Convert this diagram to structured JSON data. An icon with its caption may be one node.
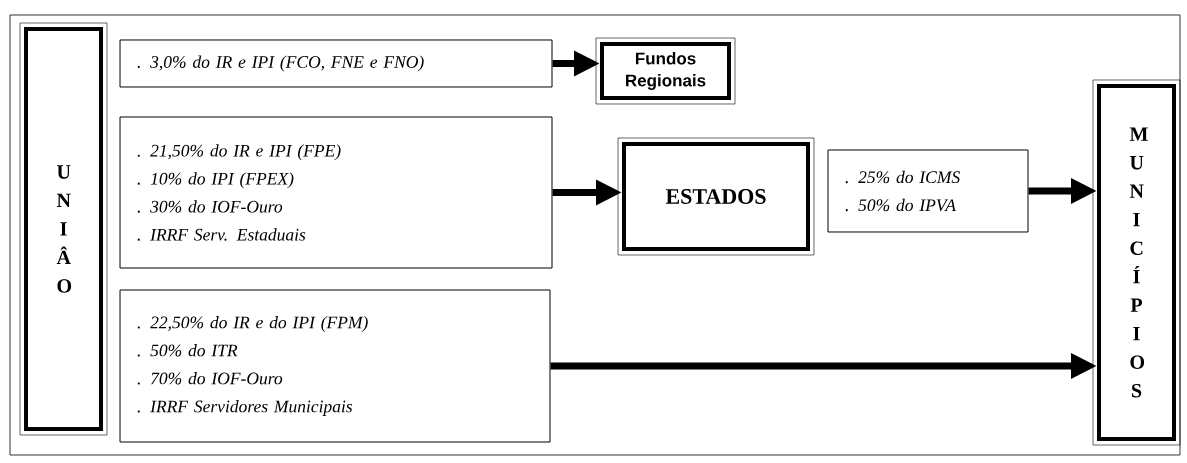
{
  "diagram": {
    "nodes": [
      {
        "text": [
          "U N I Â O"
        ]
      },
      {
        "text": [
          ". 3,0%  do IR e IPI (FCO, FNE e FNO)"
        ]
      },
      {
        "text": [
          ". 21,50% do IR e IPI (FPE)",
          ". 10% do IPI (FPEX)",
          ". 30% do IOF-Ouro",
          ". IRRF Serv. Estaduais"
        ]
      },
      {
        "text": [
          ". 22,50%  do IR e do IPI (FPM)",
          ". 50% do ITR",
          ". 70% do IOF-Ouro",
          ". IRRF Servidores Municipais"
        ]
      },
      {
        "text": [
          "Fundos Regionais"
        ]
      },
      {
        "text": [
          "ESTADOS"
        ]
      },
      {
        "text": [
          ". 25% do ICMS",
          ". 50% do IPVA"
        ]
      },
      {
        "text": [
          "M U N I C Í P I O S"
        ]
      }
    ],
    "edges": [
      {
        "from": 1,
        "to": 4,
        "arrow": "to"
      },
      {
        "from": 2,
        "to": 5,
        "arrow": "to"
      },
      {
        "from": 6,
        "to": 7,
        "arrow": "to"
      },
      {
        "from": 3,
        "to": 7,
        "arrow": "to"
      }
    ]
  }
}
